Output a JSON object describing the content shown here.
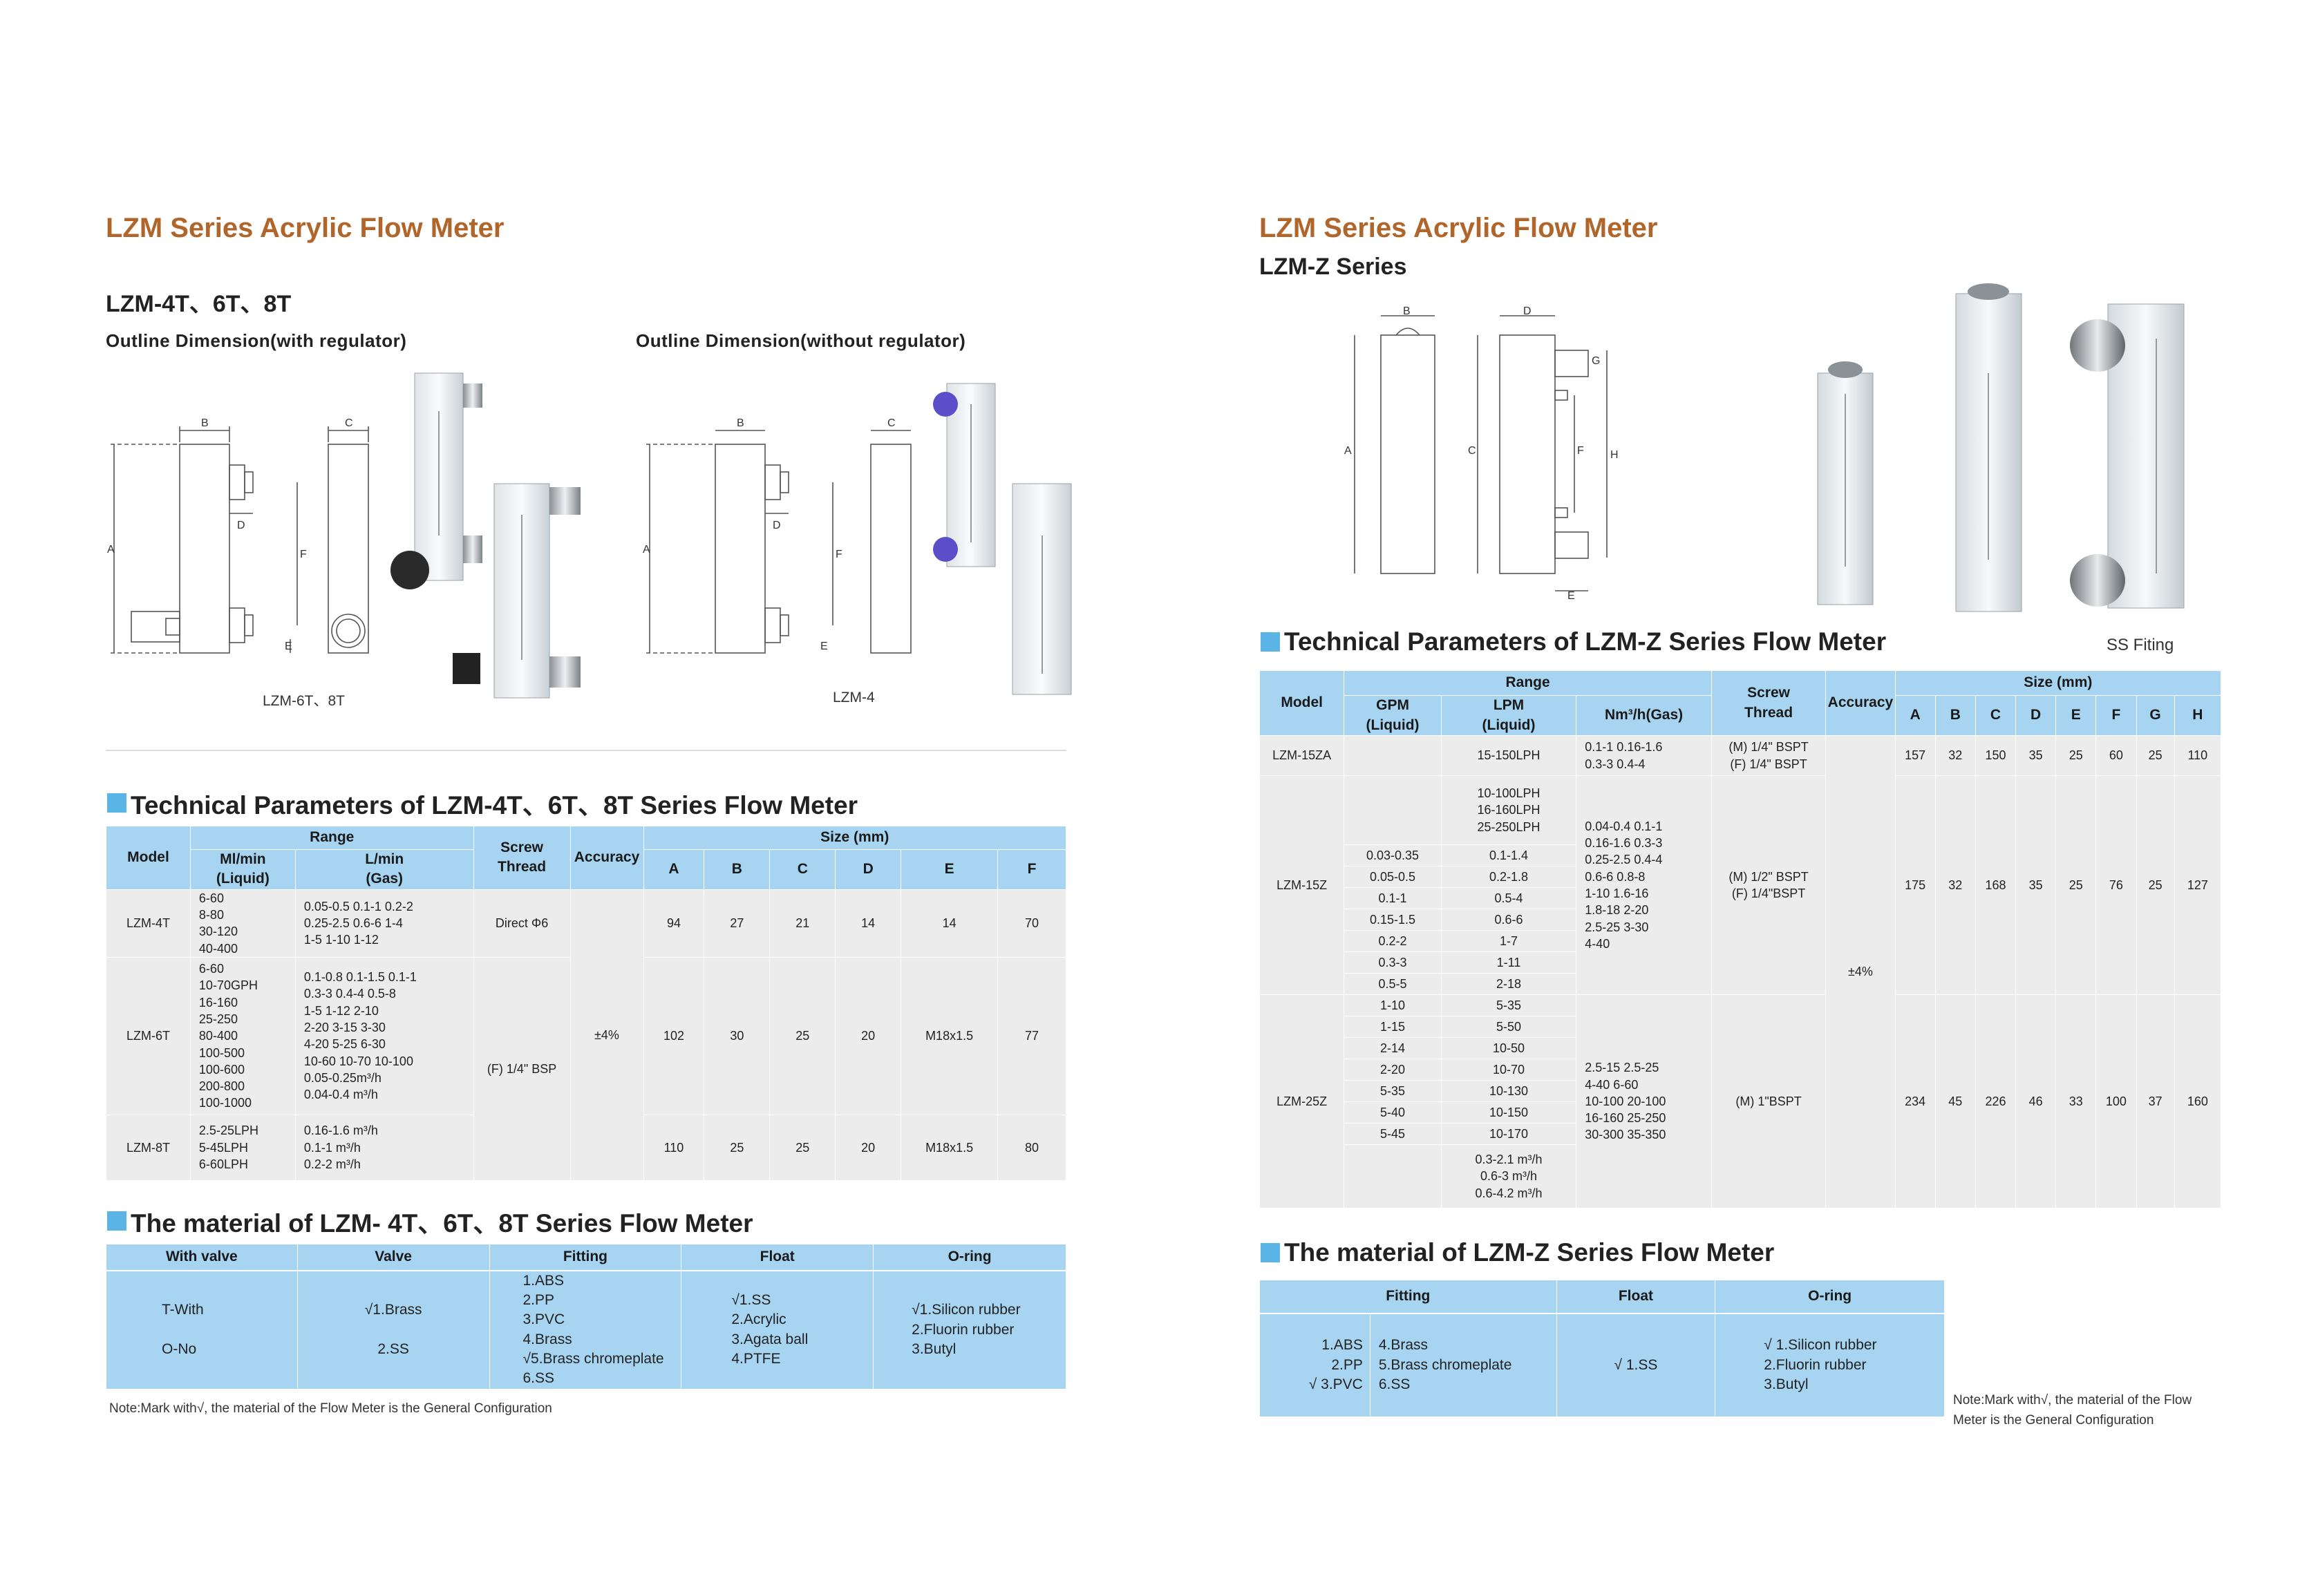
{
  "left": {
    "title": "LZM Series Acrylic Flow Meter",
    "subtitle": "LZM-4T、6T、8T",
    "outline_with": "Outline Dimension(with regulator)",
    "outline_without": "Outline Dimension(without regulator)",
    "caption_6t8t": "LZM-6T、8T",
    "caption_4": "LZM-4",
    "tech_title": "Technical Parameters of LZM-4T、6T、8T Series Flow Meter",
    "tech": {
      "h_model": "Model",
      "h_range": "Range",
      "h_ml": "Ml/min\n(Liquid)",
      "h_lmin": "L/min\n(Gas)",
      "h_screw": "Screw\nThread",
      "h_acc": "Accuracy",
      "h_size": "Size (mm)",
      "cols": [
        "A",
        "B",
        "C",
        "D",
        "E",
        "F"
      ],
      "rows": [
        {
          "model": "LZM-4T",
          "ml": "6-60\n8-80\n30-120\n40-400",
          "gas": "0.05-0.5   0.1-1    0.2-2\n0.25-2.5  0.6-6    1-4\n1-5          1-10    1-12",
          "screw": "Direct Φ6",
          "A": "94",
          "B": "27",
          "C": "21",
          "D": "14",
          "E": "14",
          "F": "70"
        },
        {
          "model": "LZM-6T",
          "ml": "6-60\n10-70GPH\n16-160\n25-250\n80-400\n100-500\n100-600\n200-800\n100-1000",
          "gas": "0.1-0.8   0.1-1.5     0.1-1\n0.3-3      0.4-4       0.5-8\n1-5          1-12        2-10\n2-20        3-15        3-30\n4-20        5-25        6-30\n10-60      10-70      10-100\n0.05-0.25m³/h\n0.04-0.4 m³/h",
          "A": "102",
          "B": "30",
          "C": "25",
          "D": "20",
          "E": "M18x1.5",
          "F": "77"
        },
        {
          "model": "LZM-8T",
          "ml": "2.5-25LPH\n5-45LPH\n6-60LPH",
          "gas": "0.16-1.6 m³/h\n0.1-1 m³/h\n0.2-2 m³/h",
          "A": "110",
          "B": "25",
          "C": "25",
          "D": "20",
          "E": "M18x1.5",
          "F": "80"
        }
      ],
      "screw_shared": "(F) 1/4\" BSP",
      "accuracy": "±4%"
    },
    "mat_title": "The material of LZM- 4T、6T、8T Series Flow Meter",
    "mat": {
      "headers": [
        "With valve",
        "Valve",
        "Fitting",
        "Float",
        "O-ring"
      ],
      "with_valve": "T-With\n\nO-No",
      "valve": "√1.Brass\n\n2.SS",
      "fitting": "1.ABS\n2.PP\n3.PVC\n4.Brass\n√5.Brass chromeplate\n6.SS",
      "float": "√1.SS\n2.Acrylic\n3.Agata ball\n4.PTFE",
      "oring": "√1.Silicon rubber\n2.Fluorin rubber\n3.Butyl"
    },
    "note": "Note:Mark with√,  the material of the Flow Meter is the General Configuration"
  },
  "right": {
    "title": "LZM Series Acrylic Flow Meter",
    "subtitle": "LZM-Z Series",
    "ss_fitting": "SS Fiting",
    "tech_title": "Technical Parameters of LZM-Z Series Flow Meter",
    "tech": {
      "h_model": "Model",
      "h_range": "Range",
      "h_gpm": "GPM\n(Liquid)",
      "h_lpm": "LPM\n(Liquid)",
      "h_nm": "Nm³/h(Gas)",
      "h_screw": "Screw\nThread",
      "h_acc": "Accuracy",
      "h_size": "Size (mm)",
      "cols": [
        "A",
        "B",
        "C",
        "D",
        "E",
        "F",
        "G",
        "H"
      ],
      "r1": {
        "model": "LZM-15ZA",
        "lpm": "15-150LPH",
        "nm": "0.1-1    0.16-1.6\n0.3-3    0.4-4",
        "screw": "(M) 1/4\" BSPT\n(F) 1/4\" BSPT",
        "sizes": [
          "157",
          "32",
          "150",
          "35",
          "25",
          "60",
          "25",
          "110"
        ]
      },
      "r2": {
        "model": "LZM-15Z",
        "lpm_head": "10-100LPH\n16-160LPH\n25-250LPH",
        "pairs": [
          [
            "0.03-0.35",
            "0.1-1.4"
          ],
          [
            "0.05-0.5",
            "0.2-1.8"
          ],
          [
            "0.1-1",
            "0.5-4"
          ],
          [
            "0.15-1.5",
            "0.6-6"
          ],
          [
            "0.2-2",
            "1-7"
          ],
          [
            "0.3-3",
            "1-11"
          ],
          [
            "0.5-5",
            "2-18"
          ]
        ],
        "nm": "0.04-0.4   0.1-1\n0.16-1.6   0.3-3\n0.25-2.5   0.4-4\n0.6-6        0.8-8\n1-10          1.6-16\n1.8-18       2-20\n2.5-25       3-30\n4-40",
        "screw": "(M) 1/2\" BSPT\n(F)  1/4\"BSPT",
        "sizes": [
          "175",
          "32",
          "168",
          "35",
          "25",
          "76",
          "25",
          "127"
        ]
      },
      "r3": {
        "model": "LZM-25Z",
        "pairs": [
          [
            "1-10",
            "5-35"
          ],
          [
            "1-15",
            "5-50"
          ],
          [
            "2-14",
            "10-50"
          ],
          [
            "2-20",
            "10-70"
          ],
          [
            "5-35",
            "10-130"
          ],
          [
            "5-40",
            "10-150"
          ],
          [
            "5-45",
            "10-170"
          ]
        ],
        "lpm_tail": "0.3-2.1 m³/h\n0.6-3   m³/h\n0.6-4.2 m³/h",
        "nm": "2.5-15     2.5-25\n4-40         6-60\n10-100    20-100\n16-160    25-250\n30-300    35-350",
        "screw": "(M) 1\"BSPT",
        "sizes": [
          "234",
          "45",
          "226",
          "46",
          "33",
          "100",
          "37",
          "160"
        ]
      },
      "accuracy": "±4%"
    },
    "mat_title": "The material of LZM-Z Series Flow Meter",
    "mat": {
      "headers": [
        "Fitting",
        "Float",
        "O-ring"
      ],
      "fitting_a": "1.ABS\n2.PP\n√ 3.PVC",
      "fitting_b": "4.Brass\n5.Brass chromeplate\n6.SS",
      "float": "√ 1.SS",
      "oring": "√ 1.Silicon rubber\n2.Fluorin rubber\n3.Butyl"
    },
    "note": "Note:Mark with√,  the material of the Flow\nMeter is the General Configuration"
  },
  "diagram_labels": [
    "A",
    "B",
    "C",
    "D",
    "E",
    "F",
    "G",
    "H"
  ]
}
